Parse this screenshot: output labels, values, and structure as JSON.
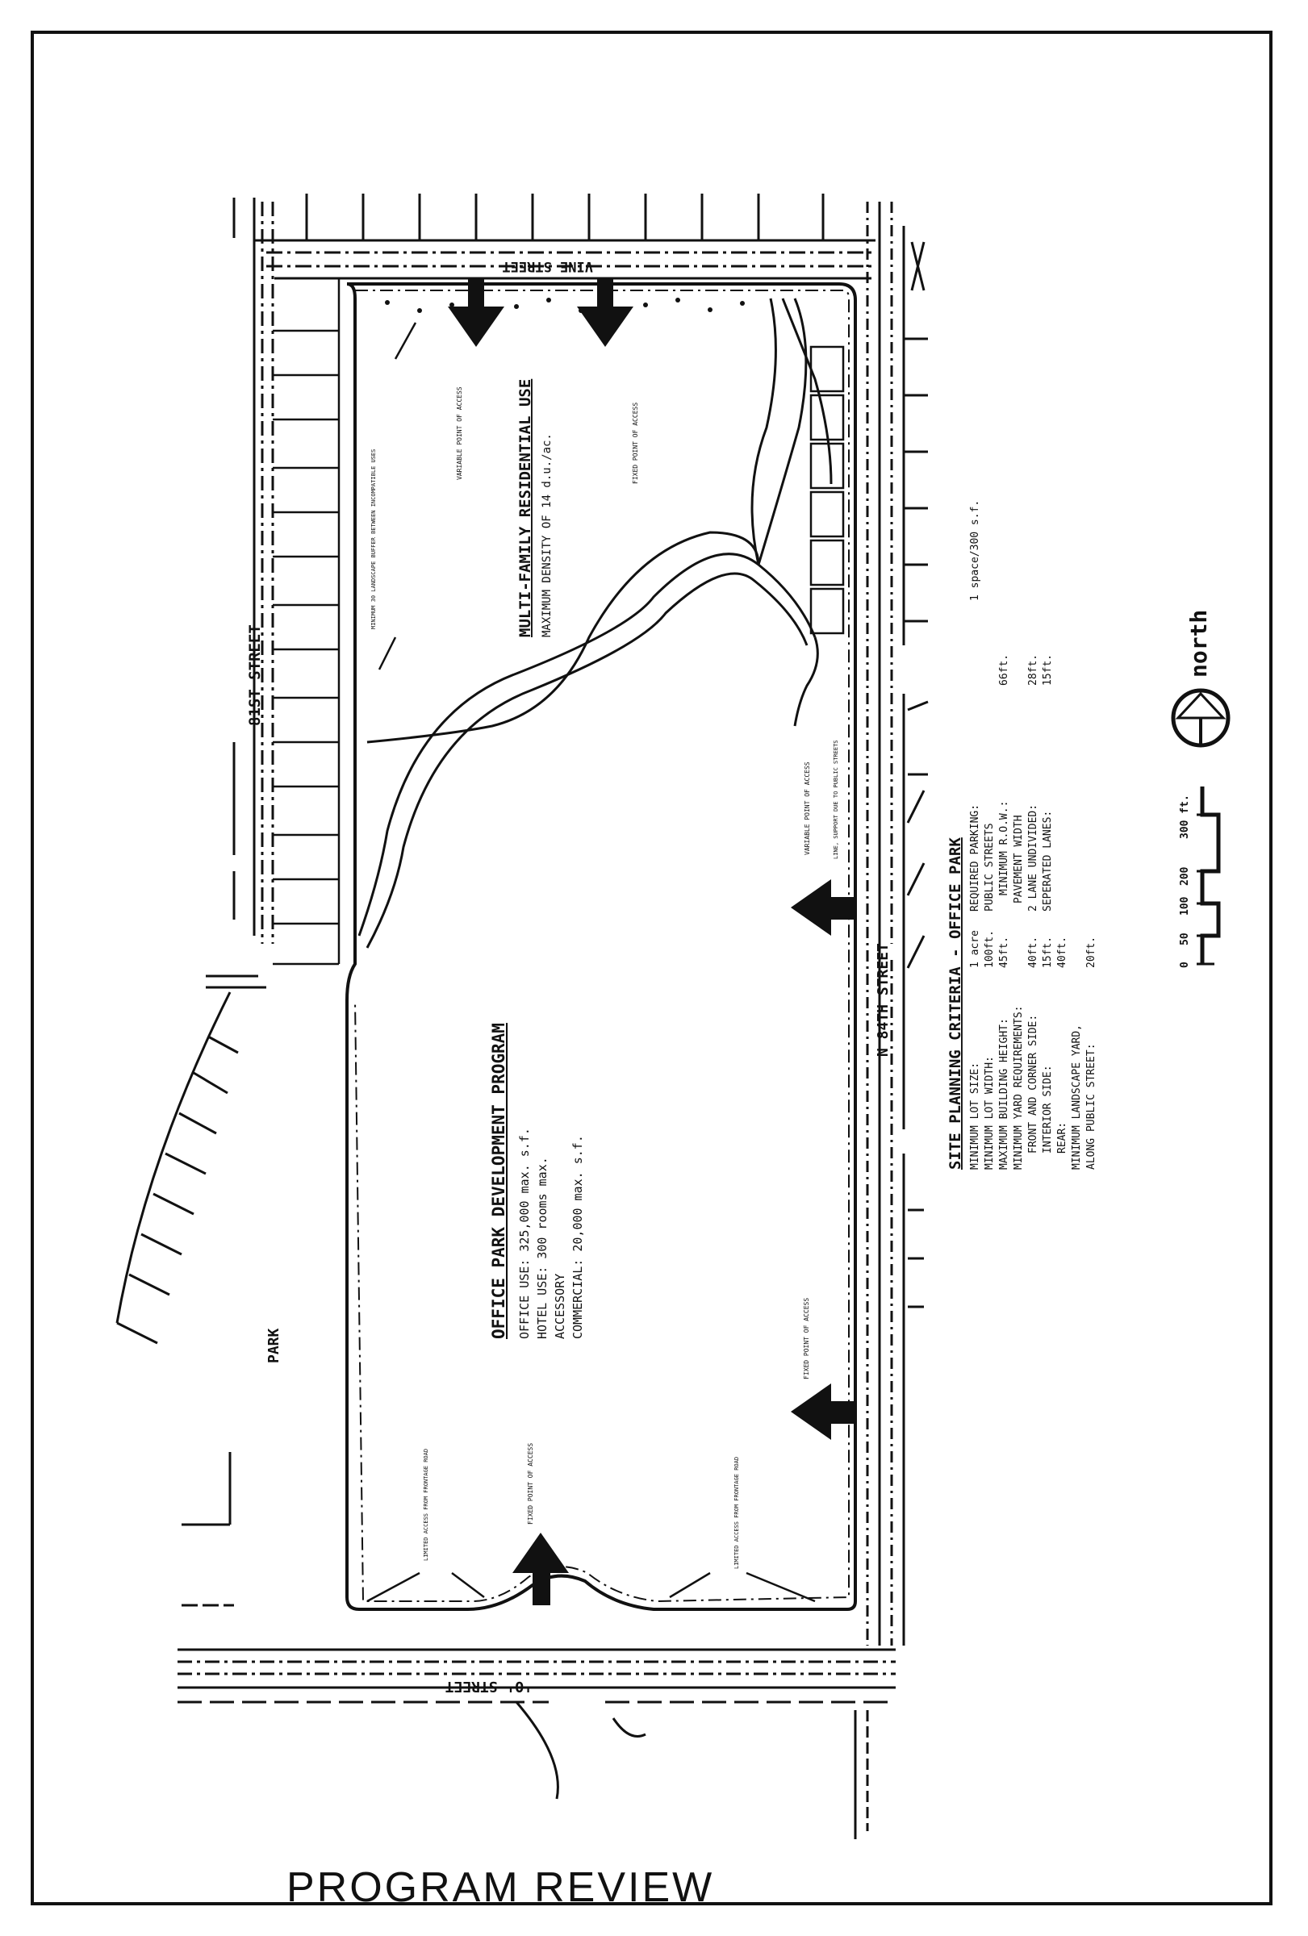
{
  "footer": {
    "title": "PROGRAM REVIEW"
  },
  "streets": {
    "vine": "VINE STREET",
    "eighty_first": "81ST STREET",
    "n84th": "N 84TH STREET",
    "o_street": "'O' STREET",
    "park": "PARK"
  },
  "residential": {
    "title": "MULTI-FAMILY RESIDENTIAL USE",
    "density": "MAXIMUM DENSITY OF 14 d.u./ac."
  },
  "office_program": {
    "title": "OFFICE PARK DEVELOPMENT PROGRAM",
    "lines": [
      "OFFICE USE:  325,000 max. s.f.",
      "HOTEL USE:  300 rooms max.",
      "ACCESSORY",
      "COMMERCIAL:  20,000 max. s.f."
    ]
  },
  "access_labels": {
    "variable": "VARIABLE POINT OF ACCESS",
    "fixed": "FIXED POINT OF ACCESS",
    "limited": "LIMITED ACCESS FROM FRONTAGE ROAD",
    "buffer": "MINIMUM 30 LANDSCAPE BUFFER BETWEEN INCOMPATIBLE USES",
    "line_note": "LINE, SUPPORT DUE TO PUBLIC STREETS"
  },
  "criteria": {
    "title": "SITE PLANNING CRITERIA  -  OFFICE PARK",
    "col1": [
      {
        "label": "MINIMUM LOT SIZE:",
        "value": "1 acre"
      },
      {
        "label": "MINIMUM LOT WIDTH:",
        "value": "100ft."
      },
      {
        "label": "MAXIMUM BUILDING HEIGHT:",
        "value": "45ft."
      },
      {
        "label": "MINIMUM YARD REQUIREMENTS:",
        "value": ""
      },
      {
        "label": "FRONT AND CORNER SIDE:",
        "value": "40ft."
      },
      {
        "label": "INTERIOR SIDE:",
        "value": "15ft."
      },
      {
        "label": "REAR:",
        "value": "40ft."
      },
      {
        "label": "MINIMUM LANDSCAPE YARD,",
        "value": ""
      },
      {
        "label": "ALONG PUBLIC STREET:",
        "value": "20ft."
      }
    ],
    "col2": [
      {
        "label": "REQUIRED PARKING:",
        "value": "1 space/300 s.f."
      },
      {
        "label": "PUBLIC STREETS",
        "value": ""
      },
      {
        "label": "MINIMUM R.O.W.:",
        "value": "66ft."
      },
      {
        "label": "PAVEMENT WIDTH",
        "value": ""
      },
      {
        "label": "2 LANE UNDIVIDED:",
        "value": "28ft."
      },
      {
        "label": "SEPERATED LANES:",
        "value": "15ft."
      }
    ]
  },
  "scale_bar": {
    "labels": [
      "0",
      "50",
      "100",
      "200",
      "300 ft."
    ]
  },
  "north": {
    "label": "north"
  }
}
